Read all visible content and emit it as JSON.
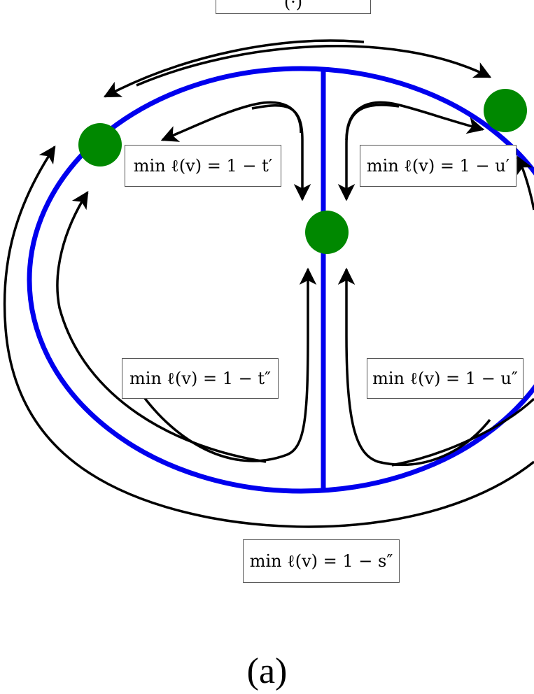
{
  "diagram": {
    "top_label_fragment": "(·)",
    "labels": {
      "t_prime": "min ℓ(v) = 1 − t′",
      "u_prime": "min ℓ(v) = 1 − u′",
      "t_double": "min ℓ(v) = 1 − t″",
      "u_double": "min ℓ(v) = 1 − u″",
      "s_double": "min ℓ(v) = 1 − s″"
    },
    "caption": "(a)"
  },
  "colors": {
    "edge": "#0000ee",
    "vertex": "#008800",
    "arrow": "#000000"
  }
}
